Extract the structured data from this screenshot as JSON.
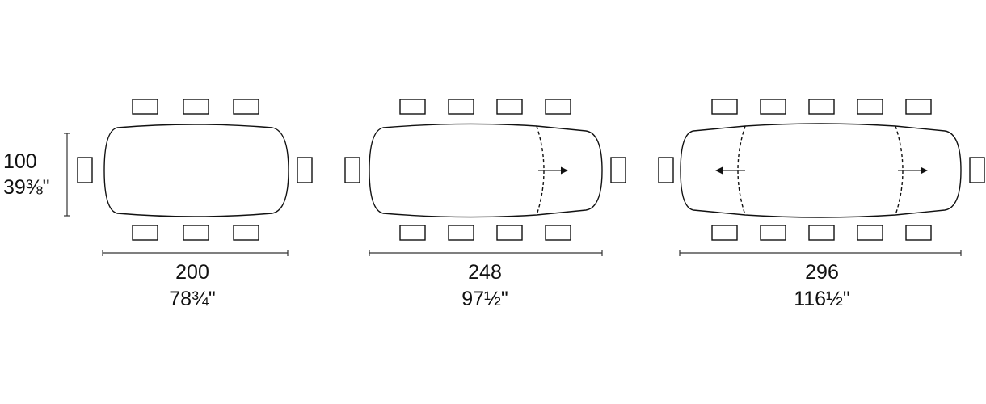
{
  "height_dimension": {
    "cm": "100",
    "inches": "39⅜\""
  },
  "tables": [
    {
      "id": "table-200",
      "length_cm": "200",
      "length_in": "78¾\"",
      "seats_per_side": 3,
      "extension": "none"
    },
    {
      "id": "table-248",
      "length_cm": "248",
      "length_in": "97½\"",
      "seats_per_side": 4,
      "extension": "right"
    },
    {
      "id": "table-296",
      "length_cm": "296",
      "length_in": "116½\"",
      "seats_per_side": 5,
      "extension": "both"
    }
  ],
  "colors": {
    "line": "#111111",
    "background": "#ffffff"
  }
}
